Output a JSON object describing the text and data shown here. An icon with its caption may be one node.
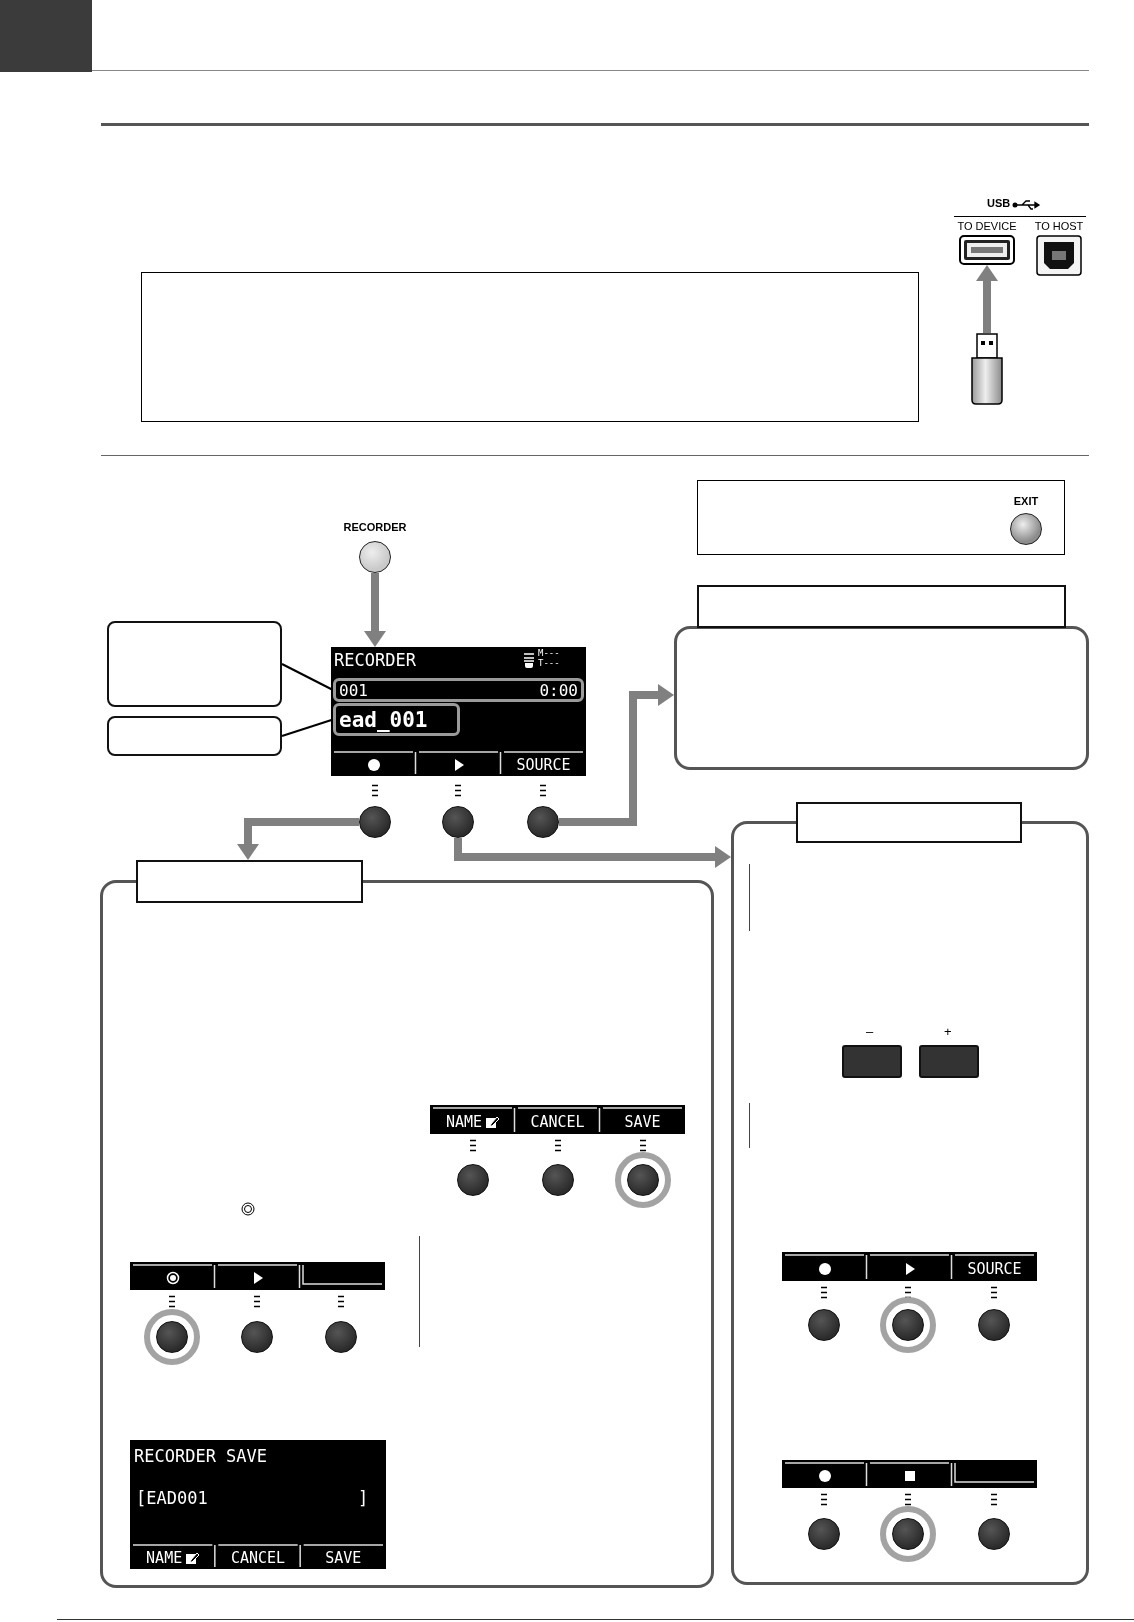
{
  "diagram": {
    "nodes": [
      {
        "text": [],
        "shape": "box"
      },
      {
        "text": [
          "TO DEVICE"
        ]
      },
      {
        "text": [
          "TO HOST"
        ]
      },
      {
        "text": [],
        "shape": "picture"
      },
      {
        "text": [],
        "shape": "box"
      },
      {
        "text": [
          "EXIT"
        ],
        "in": 4
      },
      {
        "text": [
          "RECORDER"
        ]
      },
      {
        "text": [],
        "shape": "box"
      },
      {
        "text": [],
        "shape": "box"
      },
      {
        "text": [
          "RECORDER",
          "SOURCE"
        ]
      },
      {
        "text": [
          "001",
          "0:00"
        ],
        "in": 9
      },
      {
        "text": [
          "ead_001"
        ],
        "in": 9
      },
      {
        "text": [],
        "shape": "circle"
      },
      {
        "text": [],
        "shape": "circle"
      },
      {
        "text": [],
        "shape": "circle"
      },
      {
        "text": [],
        "shape": "box"
      },
      {
        "text": [],
        "shape": "box"
      },
      {
        "text": [],
        "shape": "box"
      },
      {
        "text": [],
        "shape": "box"
      },
      {
        "text": [],
        "shape": "box"
      },
      {
        "text": [],
        "shape": "box"
      }
    ],
    "edges": [
      {
        "from": 3,
        "to": 1,
        "arrow": "to"
      },
      {
        "from": 6,
        "to": 9,
        "arrow": "to"
      },
      {
        "from": 7,
        "to": 10,
        "arrow": "none",
        "color": "#000000"
      },
      {
        "from": 8,
        "to": 11,
        "arrow": "none",
        "color": "#000000"
      },
      {
        "from": 12,
        "to": 20,
        "arrow": "to"
      },
      {
        "from": 13,
        "to": 17,
        "arrow": "to"
      },
      {
        "from": 14,
        "to": 15,
        "arrow": "to"
      }
    ],
    "labels": [
      "USB",
      "M---",
      "T---",
      "–",
      "+",
      "NAME",
      "CANCEL",
      "SAVE",
      "SOURCE",
      "RECORDER SAVE",
      "[EAD001",
      "]",
      "NAME",
      "CANCEL",
      "SAVE"
    ]
  }
}
